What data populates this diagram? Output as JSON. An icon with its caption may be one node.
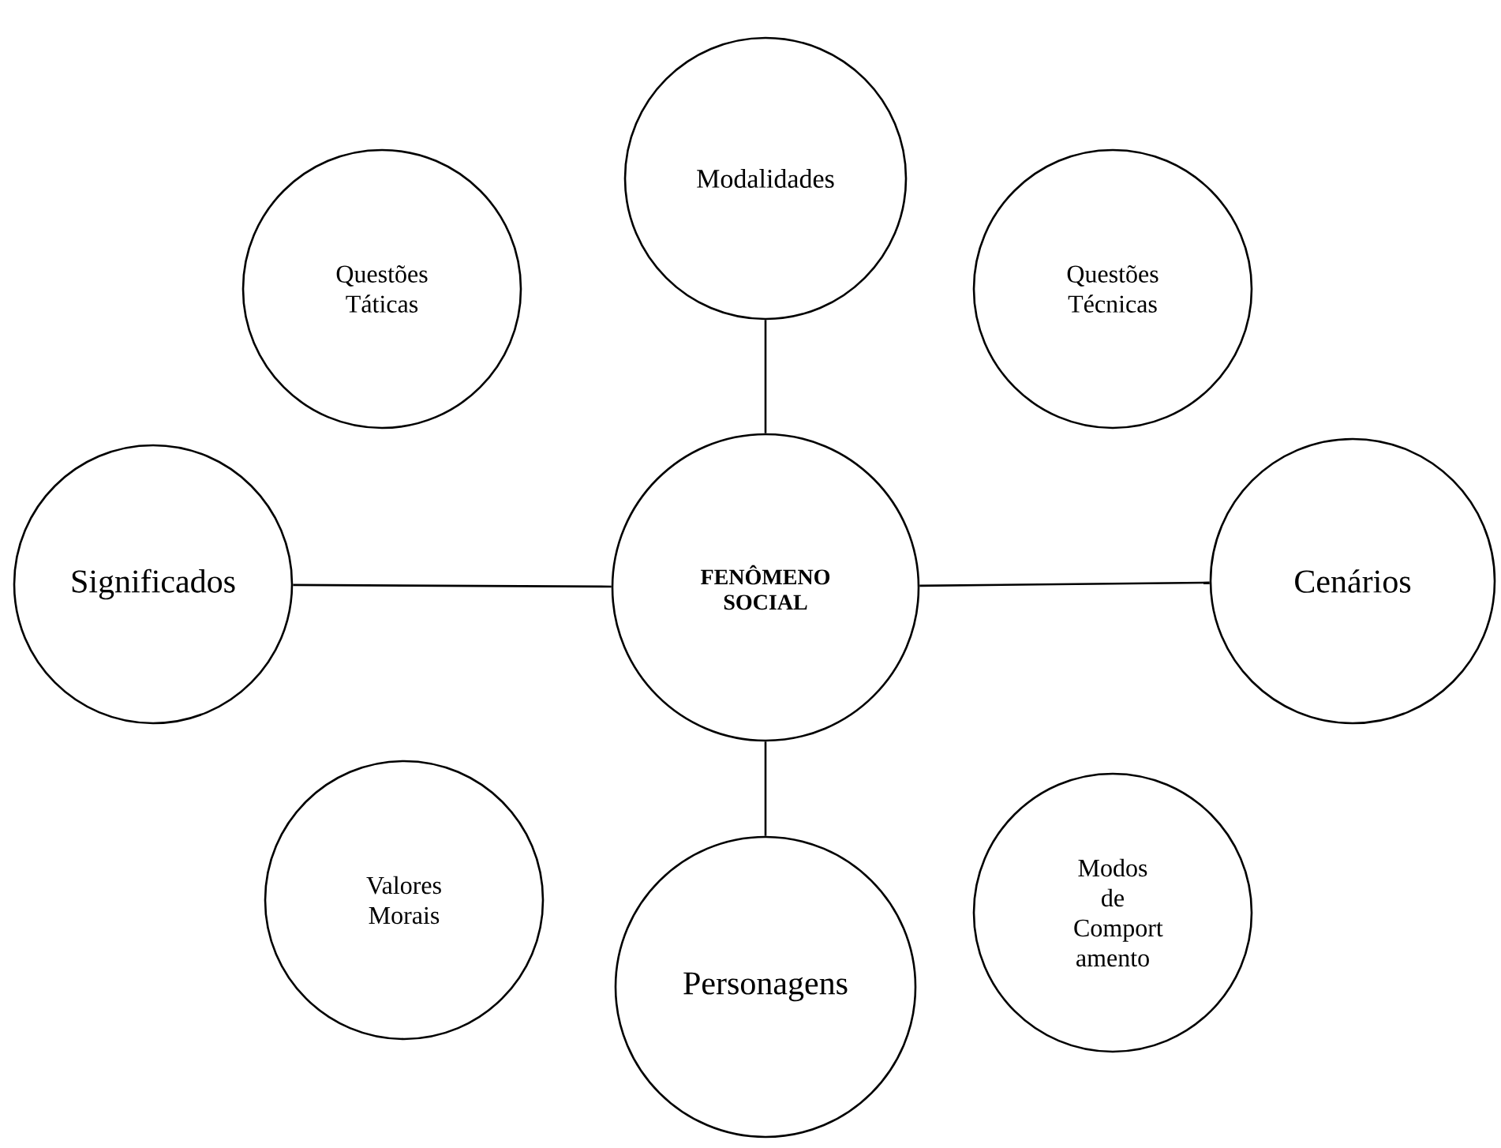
{
  "diagram": {
    "nodes": [
      {
        "text": [
          "Modalidades"
        ]
      },
      {
        "text": [
          "Questões Táticas"
        ]
      },
      {
        "text": [
          "Questões Técnicas"
        ]
      },
      {
        "text": [
          "Significados"
        ]
      },
      {
        "text": [
          "FENÔMENO SOCIAL"
        ]
      },
      {
        "text": [
          "Cenários"
        ]
      },
      {
        "text": [
          "Valores Morais"
        ]
      },
      {
        "text": [
          "Modos de Comport amento"
        ]
      },
      {
        "text": [
          "Personagens"
        ]
      }
    ],
    "edges": [
      {
        "from": 4,
        "to": 0,
        "arrow": "none"
      },
      {
        "from": 3,
        "to": 4,
        "arrow": "none"
      },
      {
        "from": 4,
        "to": 5,
        "arrow": "none"
      },
      {
        "from": 4,
        "to": 8,
        "arrow": "none"
      }
    ]
  }
}
